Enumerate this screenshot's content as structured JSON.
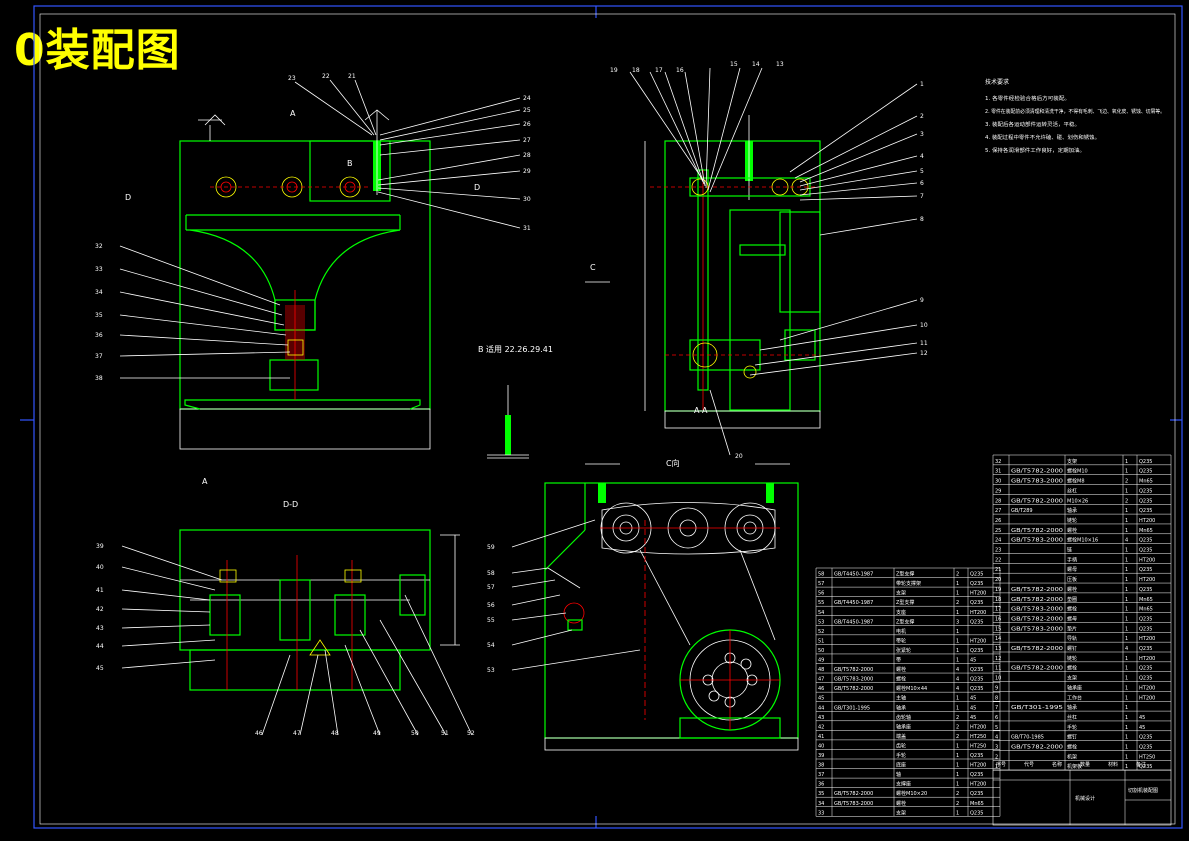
{
  "title": "0装配图",
  "section_labels": {
    "a_top": "A",
    "a_bottom": "A",
    "b": "B",
    "d_left": "D",
    "d_right": "D",
    "c_left": "C",
    "dd": "D-D",
    "aa": "A-A",
    "c_view": "C向",
    "b_note": "B 适用 22.26.29.41"
  },
  "front_view_labels": [
    "23",
    "22",
    "21",
    "24",
    "25",
    "26",
    "27",
    "28",
    "29",
    "30",
    "31",
    "32",
    "33",
    "34",
    "35",
    "36",
    "37",
    "38"
  ],
  "side_view_labels": [
    "19",
    "18",
    "17",
    "16",
    "15",
    "14",
    "13",
    "1",
    "2",
    "3",
    "4",
    "5",
    "6",
    "7",
    "8",
    "9",
    "10",
    "11",
    "12",
    "20"
  ],
  "dd_view_labels": [
    "39",
    "40",
    "41",
    "42",
    "43",
    "44",
    "45",
    "46",
    "47",
    "48",
    "49",
    "50",
    "51",
    "52"
  ],
  "c_view_labels": [
    "53",
    "54",
    "55",
    "56",
    "57",
    "58",
    "59"
  ],
  "tech_requirements": {
    "heading": "技术要求",
    "lines": [
      "1. 各零件经检验合格后方可装配。",
      "2. 零件在装配前必须清理和清洗干净，不得有毛刺、飞边、氧化皮、锈蚀、切屑等。",
      "3. 装配后各运动部件运转灵活，平稳。",
      "4. 装配过程中零件不允许磕、碰、划伤和锈蚀。",
      "5. 保持各润滑部件工作良好，定期加油。"
    ]
  },
  "bom_left": [
    {
      "no": "58",
      "code": "GB/T4450-1987",
      "name": "Z型支撑",
      "qty": "2",
      "mat": "Q235"
    },
    {
      "no": "57",
      "code": "",
      "name": "带轮支撑架",
      "qty": "1",
      "mat": "Q235"
    },
    {
      "no": "56",
      "code": "",
      "name": "支架",
      "qty": "1",
      "mat": "HT200"
    },
    {
      "no": "55",
      "code": "GB/T4450-1987",
      "name": "Z型支撑",
      "qty": "2",
      "mat": "Q235"
    },
    {
      "no": "54",
      "code": "",
      "name": "支座",
      "qty": "1",
      "mat": "HT200"
    },
    {
      "no": "53",
      "code": "GB/T4450-1987",
      "name": "Z型支撑",
      "qty": "3",
      "mat": "Q235"
    },
    {
      "no": "52",
      "code": "",
      "name": "电机",
      "qty": "1",
      "mat": ""
    },
    {
      "no": "51",
      "code": "",
      "name": "带轮",
      "qty": "1",
      "mat": "HT200"
    },
    {
      "no": "50",
      "code": "",
      "name": "张紧轮",
      "qty": "1",
      "mat": "Q235"
    },
    {
      "no": "49",
      "code": "",
      "name": "带",
      "qty": "1",
      "mat": "45"
    },
    {
      "no": "48",
      "code": "GB/T5782-2000",
      "name": "螺栓",
      "qty": "4",
      "mat": "Q235"
    },
    {
      "no": "47",
      "code": "GB/T5783-2000",
      "name": "螺栓",
      "qty": "4",
      "mat": "Q235"
    },
    {
      "no": "46",
      "code": "GB/T5782-2000",
      "name": "螺栓M10×44",
      "qty": "4",
      "mat": "Q235"
    },
    {
      "no": "45",
      "code": "",
      "name": "主轴",
      "qty": "1",
      "mat": "45"
    },
    {
      "no": "44",
      "code": "GB/T301-1995",
      "name": "轴承",
      "qty": "1",
      "mat": "45"
    },
    {
      "no": "43",
      "code": "",
      "name": "齿轮轴",
      "qty": "2",
      "mat": "45"
    },
    {
      "no": "42",
      "code": "",
      "name": "轴承座",
      "qty": "2",
      "mat": "HT200"
    },
    {
      "no": "41",
      "code": "",
      "name": "端盖",
      "qty": "2",
      "mat": "HT250"
    },
    {
      "no": "40",
      "code": "",
      "name": "齿轮",
      "qty": "1",
      "mat": "HT250"
    },
    {
      "no": "39",
      "code": "",
      "name": "手轮",
      "qty": "1",
      "mat": "Q235"
    },
    {
      "no": "38",
      "code": "",
      "name": "底座",
      "qty": "1",
      "mat": "HT200"
    },
    {
      "no": "37",
      "code": "",
      "name": "轴",
      "qty": "1",
      "mat": "Q235"
    },
    {
      "no": "36",
      "code": "",
      "name": "支撑座",
      "qty": "1",
      "mat": "HT200"
    },
    {
      "no": "35",
      "code": "GB/T5782-2000",
      "name": "螺栓M10×20",
      "qty": "2",
      "mat": "Q235"
    },
    {
      "no": "34",
      "code": "GB/T5783-2000",
      "name": "螺栓",
      "qty": "2",
      "mat": "Mn65"
    },
    {
      "no": "33",
      "code": "",
      "name": "支架",
      "qty": "1",
      "mat": "Q235"
    }
  ],
  "bom_right": [
    {
      "no": "32",
      "code": "",
      "name": "支架",
      "qty": "1",
      "mat": "Q235"
    },
    {
      "no": "31",
      "code": "GB/T5782-2000",
      "name": "螺栓M10",
      "qty": "1",
      "mat": "Q235"
    },
    {
      "no": "30",
      "code": "GB/T5783-2000",
      "name": "螺栓M8",
      "qty": "2",
      "mat": "Mn65"
    },
    {
      "no": "29",
      "code": "",
      "name": "丝杠",
      "qty": "1",
      "mat": "Q235"
    },
    {
      "no": "28",
      "code": "GB/T5782-2000",
      "name": "M10×26",
      "qty": "2",
      "mat": "Q235"
    },
    {
      "no": "27",
      "code": "GB/T289",
      "name": "轴承",
      "qty": "1",
      "mat": "Q235"
    },
    {
      "no": "26",
      "code": "",
      "name": "链轮",
      "qty": "1",
      "mat": "HT200"
    },
    {
      "no": "25",
      "code": "GB/T5782-2000",
      "name": "螺栓",
      "qty": "1",
      "mat": "Mn65"
    },
    {
      "no": "24",
      "code": "GB/T5783-2000",
      "name": "螺栓M10×16",
      "qty": "4",
      "mat": "Q235"
    },
    {
      "no": "23",
      "code": "",
      "name": "链",
      "qty": "1",
      "mat": "Q235"
    },
    {
      "no": "22",
      "code": "",
      "name": "手柄",
      "qty": "1",
      "mat": "HT200"
    },
    {
      "no": "21",
      "code": "",
      "name": "螺母",
      "qty": "1",
      "mat": "Q235"
    },
    {
      "no": "20",
      "code": "",
      "name": "压板",
      "qty": "1",
      "mat": "HT200"
    },
    {
      "no": "19",
      "code": "GB/T5782-2000",
      "name": "螺栓",
      "qty": "1",
      "mat": "Q235"
    },
    {
      "no": "18",
      "code": "GB/T5782-2000",
      "name": "垫圈",
      "qty": "1",
      "mat": "Mn65"
    },
    {
      "no": "17",
      "code": "GB/T5783-2000",
      "name": "螺栓",
      "qty": "1",
      "mat": "Mn65"
    },
    {
      "no": "16",
      "code": "GB/T5782-2000",
      "name": "螺母",
      "qty": "1",
      "mat": "Q235"
    },
    {
      "no": "15",
      "code": "GB/T5783-2000",
      "name": "垫片",
      "qty": "1",
      "mat": "Q235"
    },
    {
      "no": "14",
      "code": "",
      "name": "导轨",
      "qty": "1",
      "mat": "HT200"
    },
    {
      "no": "13",
      "code": "GB/T5782-2000",
      "name": "螺钉",
      "qty": "4",
      "mat": "Q235"
    },
    {
      "no": "12",
      "code": "",
      "name": "链轮",
      "qty": "1",
      "mat": "HT200"
    },
    {
      "no": "11",
      "code": "GB/T5782-2000",
      "name": "螺栓",
      "qty": "1",
      "mat": "Q235"
    },
    {
      "no": "10",
      "code": "",
      "name": "支架",
      "qty": "1",
      "mat": "Q235"
    },
    {
      "no": "9",
      "code": "",
      "name": "轴承座",
      "qty": "1",
      "mat": "HT200"
    },
    {
      "no": "8",
      "code": "",
      "name": "工作台",
      "qty": "1",
      "mat": "HT200"
    },
    {
      "no": "7",
      "code": "GB/T301-1995",
      "name": "轴承",
      "qty": "1",
      "mat": ""
    },
    {
      "no": "6",
      "code": "",
      "name": "丝杠",
      "qty": "1",
      "mat": "45"
    },
    {
      "no": "5",
      "code": "",
      "name": "手轮",
      "qty": "1",
      "mat": "45"
    },
    {
      "no": "4",
      "code": "GB/T70-1985",
      "name": "螺钉",
      "qty": "1",
      "mat": "Q235"
    },
    {
      "no": "3",
      "code": "GB/T5782-2000",
      "name": "螺栓",
      "qty": "1",
      "mat": "Q235"
    },
    {
      "no": "2",
      "code": "",
      "name": "机架",
      "qty": "1",
      "mat": "HT250"
    },
    {
      "no": "1",
      "code": "",
      "name": "机架板",
      "qty": "1",
      "mat": "Q235"
    }
  ],
  "title_block": {
    "header_cols": [
      "序号",
      "代号",
      "名称",
      "数量",
      "材料",
      "备注"
    ],
    "design_name": "切割机装配图",
    "school": "机械设计"
  }
}
